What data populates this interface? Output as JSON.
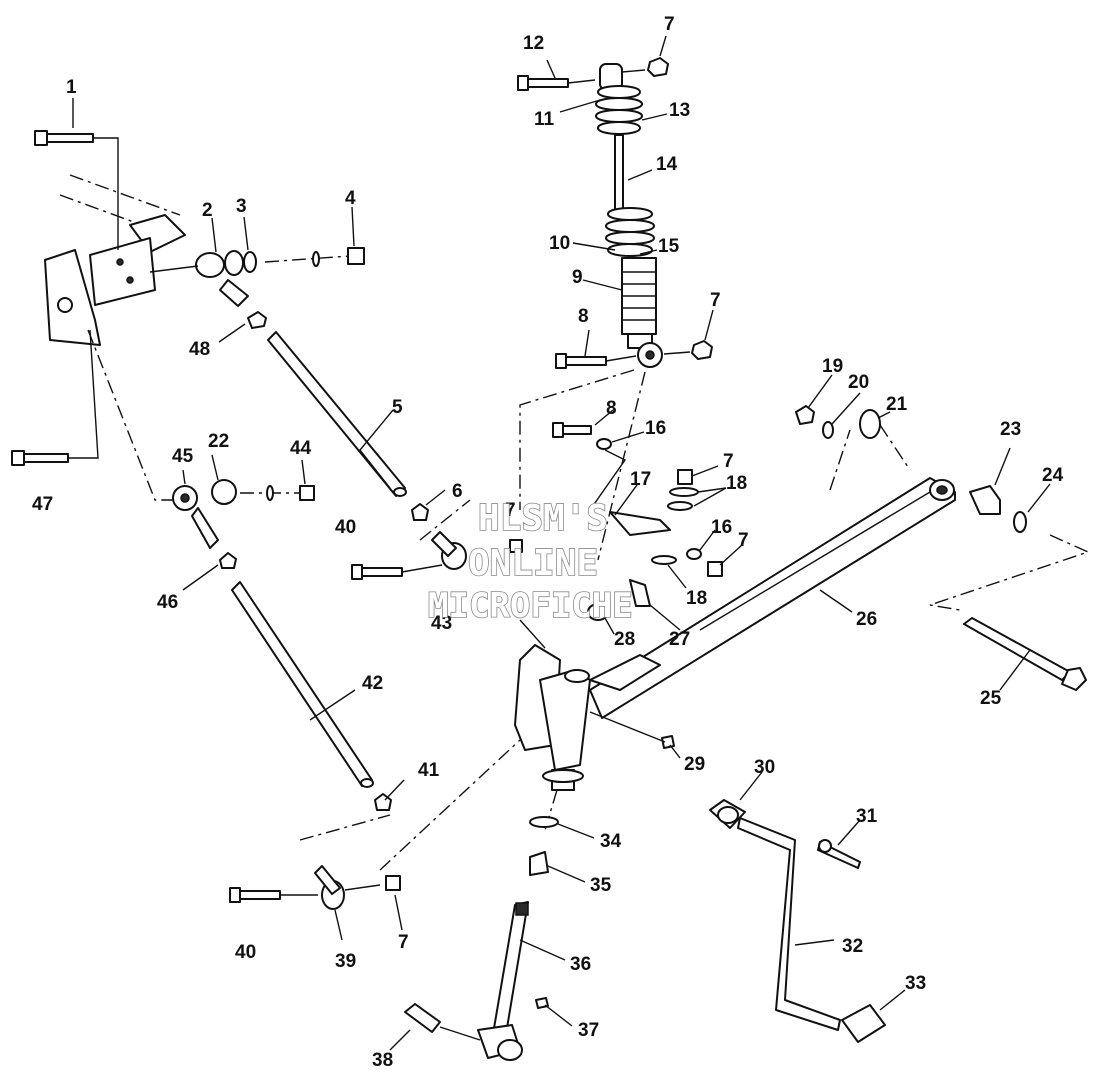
{
  "diagram": {
    "watermark": [
      "HLSM'S",
      "ONLINE",
      "MICROFICHE"
    ],
    "callouts": [
      {
        "id": "c1",
        "text": "1"
      },
      {
        "id": "c2",
        "text": "2"
      },
      {
        "id": "c3",
        "text": "3"
      },
      {
        "id": "c4",
        "text": "4"
      },
      {
        "id": "c5",
        "text": "5"
      },
      {
        "id": "c6",
        "text": "6"
      },
      {
        "id": "c7a",
        "text": "7"
      },
      {
        "id": "c7b",
        "text": "7"
      },
      {
        "id": "c7c",
        "text": "7"
      },
      {
        "id": "c7d",
        "text": "7"
      },
      {
        "id": "c7e",
        "text": "7"
      },
      {
        "id": "c7f",
        "text": "7"
      },
      {
        "id": "c8a",
        "text": "8"
      },
      {
        "id": "c8b",
        "text": "8"
      },
      {
        "id": "c9",
        "text": "9"
      },
      {
        "id": "c10",
        "text": "10"
      },
      {
        "id": "c11",
        "text": "11"
      },
      {
        "id": "c12",
        "text": "12"
      },
      {
        "id": "c13",
        "text": "13"
      },
      {
        "id": "c14",
        "text": "14"
      },
      {
        "id": "c15",
        "text": "15"
      },
      {
        "id": "c16a",
        "text": "16"
      },
      {
        "id": "c16b",
        "text": "16"
      },
      {
        "id": "c17",
        "text": "17"
      },
      {
        "id": "c18a",
        "text": "18"
      },
      {
        "id": "c18b",
        "text": "18"
      },
      {
        "id": "c19",
        "text": "19"
      },
      {
        "id": "c20",
        "text": "20"
      },
      {
        "id": "c21",
        "text": "21"
      },
      {
        "id": "c22",
        "text": "22"
      },
      {
        "id": "c23",
        "text": "23"
      },
      {
        "id": "c24",
        "text": "24"
      },
      {
        "id": "c25",
        "text": "25"
      },
      {
        "id": "c26",
        "text": "26"
      },
      {
        "id": "c27",
        "text": "27"
      },
      {
        "id": "c28",
        "text": "28"
      },
      {
        "id": "c29",
        "text": "29"
      },
      {
        "id": "c30",
        "text": "30"
      },
      {
        "id": "c31",
        "text": "31"
      },
      {
        "id": "c32",
        "text": "32"
      },
      {
        "id": "c33",
        "text": "33"
      },
      {
        "id": "c34",
        "text": "34"
      },
      {
        "id": "c35",
        "text": "35"
      },
      {
        "id": "c36",
        "text": "36"
      },
      {
        "id": "c37",
        "text": "37"
      },
      {
        "id": "c38",
        "text": "38"
      },
      {
        "id": "c39",
        "text": "39"
      },
      {
        "id": "c40a",
        "text": "40"
      },
      {
        "id": "c40b",
        "text": "40"
      },
      {
        "id": "c41",
        "text": "41"
      },
      {
        "id": "c42",
        "text": "42"
      },
      {
        "id": "c43",
        "text": "43"
      },
      {
        "id": "c44",
        "text": "44"
      },
      {
        "id": "c45",
        "text": "45"
      },
      {
        "id": "c46",
        "text": "46"
      },
      {
        "id": "c47",
        "text": "47"
      },
      {
        "id": "c48",
        "text": "48"
      }
    ]
  }
}
